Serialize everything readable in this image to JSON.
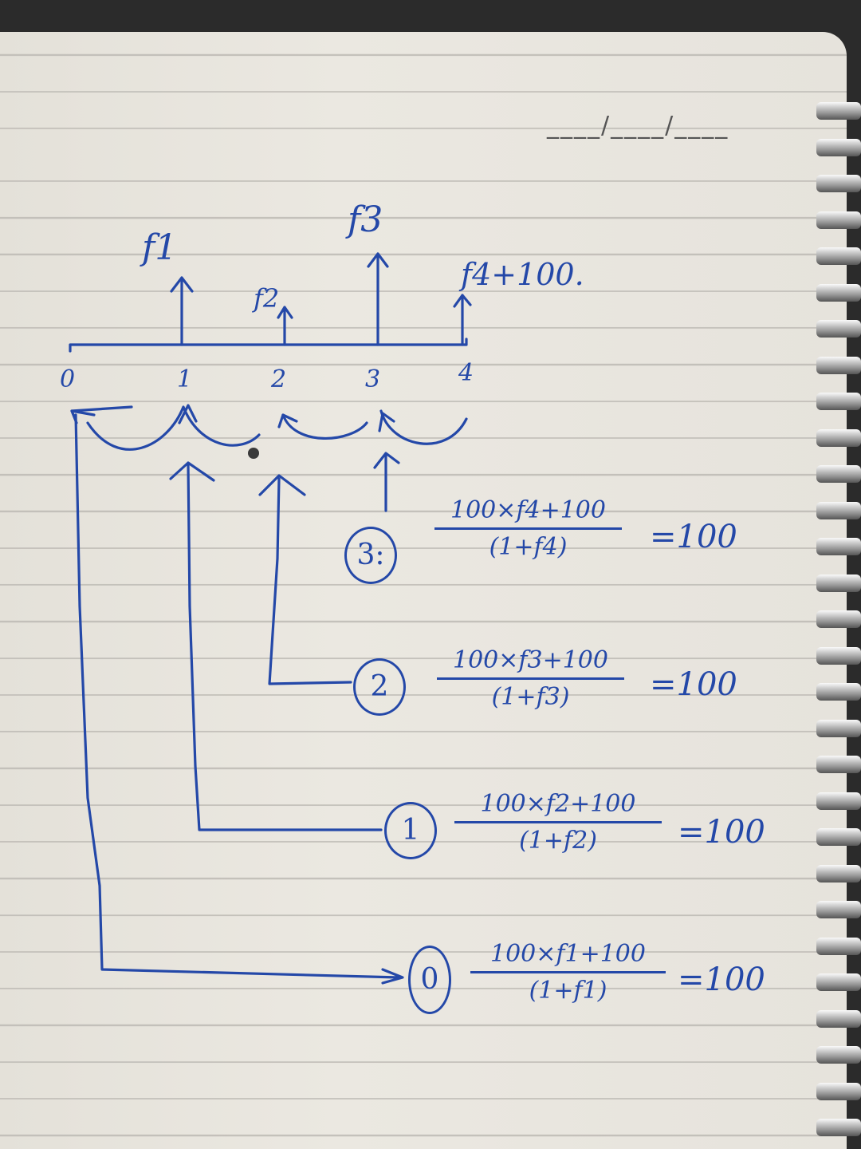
{
  "date_field": "____/____/____",
  "timeline": {
    "ticks": [
      "0",
      "1",
      "2",
      "3",
      "4"
    ],
    "cashflows": [
      "f1",
      "f2",
      "f3",
      "f4+100."
    ]
  },
  "steps": [
    {
      "marker": "3:",
      "numerator": "100×f4+100",
      "denominator": "(1+f4)",
      "result": "=100"
    },
    {
      "marker": "2",
      "numerator": "100×f3+100",
      "denominator": "(1+f3)",
      "result": "=100"
    },
    {
      "marker": "1",
      "numerator": "100×f2+100",
      "denominator": "(1+f2)",
      "result": "=100"
    },
    {
      "marker": "0",
      "numerator": "100×f1+100",
      "denominator": "(1+f1)",
      "result": "=100"
    }
  ],
  "colors": {
    "ink": "#2448a8",
    "paper": "#ebe8e1",
    "rule": "#bdbab4"
  }
}
